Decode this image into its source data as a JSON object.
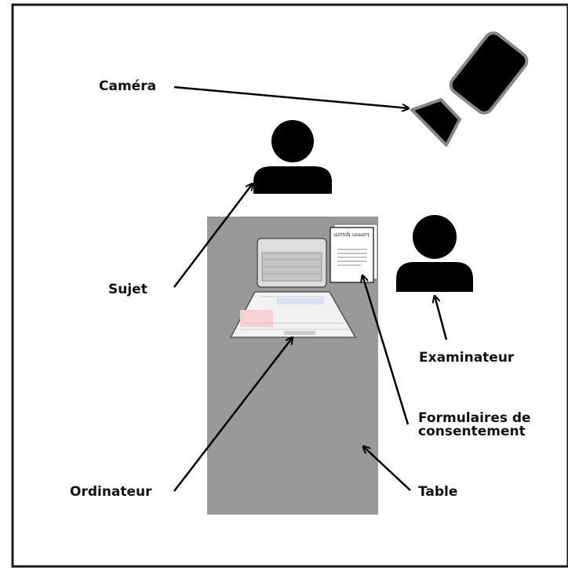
{
  "colors": {
    "frame": "#1a1a1a",
    "table": "#999999",
    "ink": "#000000",
    "camera_outline": "#888888"
  },
  "labels": {
    "camera": "Caméra",
    "subject": "Sujet",
    "examiner": "Examinateur",
    "consent_forms_line1": "Formulaires de",
    "consent_forms_line2": "consentement",
    "computer": "Ordinateur",
    "table": "Table"
  },
  "icons": [
    "camera-icon",
    "person-icon",
    "laptop-icon",
    "document-icon"
  ],
  "document_text": "Lorem Ipsum"
}
